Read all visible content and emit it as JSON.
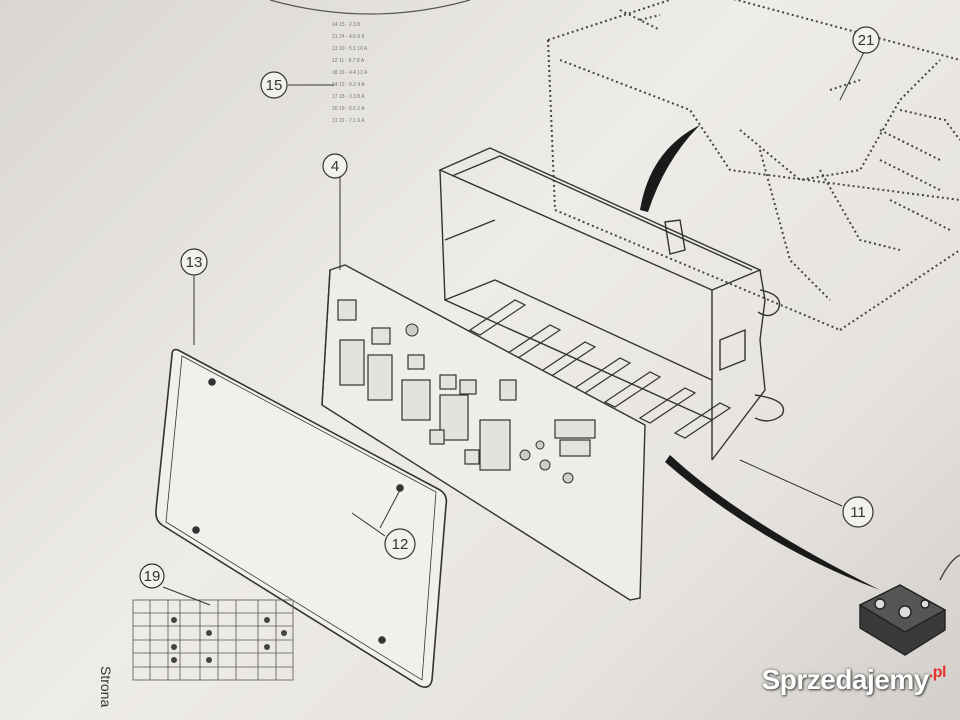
{
  "callouts": {
    "c4": "4",
    "c11": "11",
    "c12": "12",
    "c13": "13",
    "c15": "15",
    "c19": "19",
    "c21": "21"
  },
  "page_word": "Strona",
  "watermark": {
    "brand": "Sprzedajemy",
    "tld": ".pl"
  },
  "colors": {
    "paper": "#e9e6e1",
    "ink": "#2b2b2b",
    "watermark_accent": "#e3342f"
  }
}
